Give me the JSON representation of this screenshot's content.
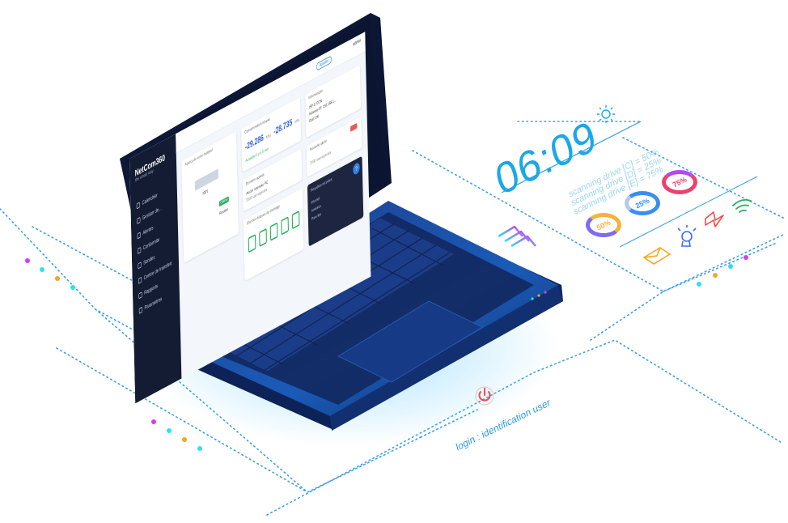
{
  "panel": {
    "clock": "06:09",
    "drives": [
      "scanning drive [C] = 50%",
      "scanning drive [D] = 25%",
      "scanning drive [E] = 75%"
    ],
    "rings": [
      {
        "label": "50%",
        "value": 50,
        "color": "#f4b23e"
      },
      {
        "label": "25%",
        "value": 25,
        "color": "#3b8df3"
      },
      {
        "label": "75%",
        "value": 75,
        "color": "#ec4170"
      }
    ],
    "icons": [
      "sun-icon",
      "mail-icon",
      "lightbulb-icon",
      "lightning-icon",
      "wifi-icon",
      "chevrons-icon",
      "power-icon"
    ]
  },
  "login_text": "login : identification user",
  "colors": {
    "accent": "#1aa8e8",
    "laptop_body": "#1a3f8c",
    "dot_pink": "#d63cf0",
    "dot_orange": "#f5a623",
    "dot_cyan": "#2de0f2",
    "power": "#f04b4b"
  },
  "screen": {
    "logo": "NetCom360",
    "logo_sub": "the smart way",
    "nav": [
      "Calendrier",
      "Gestion de...",
      "Alertes",
      "Conformite",
      "Sondes",
      "Centre de transfert",
      "Rapports",
      "Parametres"
    ],
    "topbar": {
      "button": "Ajouter",
      "user": "admin"
    },
    "cards": {
      "device": {
        "title": "Aperçu de votre matériel",
        "name": "ISP1",
        "badge1": "Online",
        "badge2": "Routeur"
      },
      "traffic": {
        "title": "Consommation réseau",
        "value1": "-29.286",
        "unit1": "Mbs",
        "value2": "-28.735",
        "unit2": "Mbs",
        "note": "Actualisé il y a 5 min"
      },
      "info": {
        "title": "Informations",
        "lines": [
          "ISP 1/ CON",
          "Adresse IP: 192.168.1...",
          "Etat: OK"
        ]
      },
      "dns": {
        "title": "Dernière activité",
        "line": "Aucun nouveau PC",
        "sub": "2000 sauvegardés"
      },
      "alert": {
        "title": "Nouvelle alerte",
        "sub": "2000 sauvegardés"
      },
      "dark": {
        "title": "Requêtes récentes",
        "lines": [
          "Internet",
          "Antivirus",
          "Pare-feu"
        ]
      },
      "drives": {
        "title": "Etat des disques de stockage"
      }
    }
  }
}
